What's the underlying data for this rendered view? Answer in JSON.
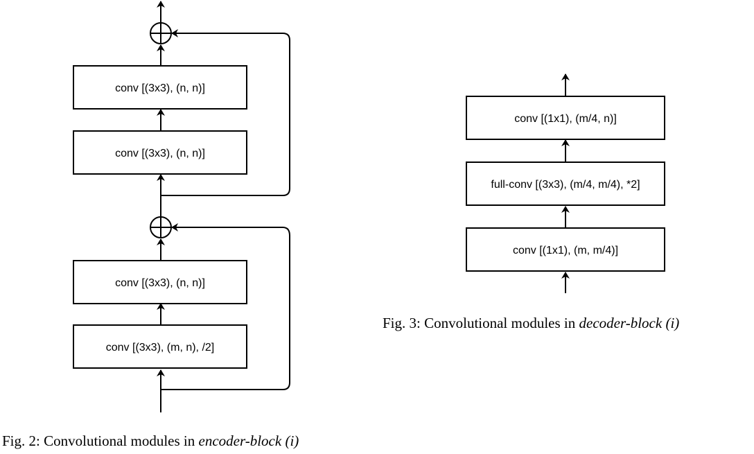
{
  "encoder_block": {
    "layers": [
      "conv [(3x3), (n, n)]",
      "conv [(3x3), (n, n)]",
      "conv [(3x3), (n, n)]",
      "conv [(3x3), (m, n), /2]"
    ],
    "caption_prefix": "Fig. 2: Convolutional modules in ",
    "caption_emph": "encoder-block (i)"
  },
  "decoder_block": {
    "layers": [
      "conv [(1x1), (m/4, n)]",
      "full-conv [(3x3), (m/4, m/4), *2]",
      "conv [(1x1), (m, m/4)]"
    ],
    "caption_prefix": "Fig. 3: Convolutional modules in ",
    "caption_emph": "decoder-block (i)"
  }
}
